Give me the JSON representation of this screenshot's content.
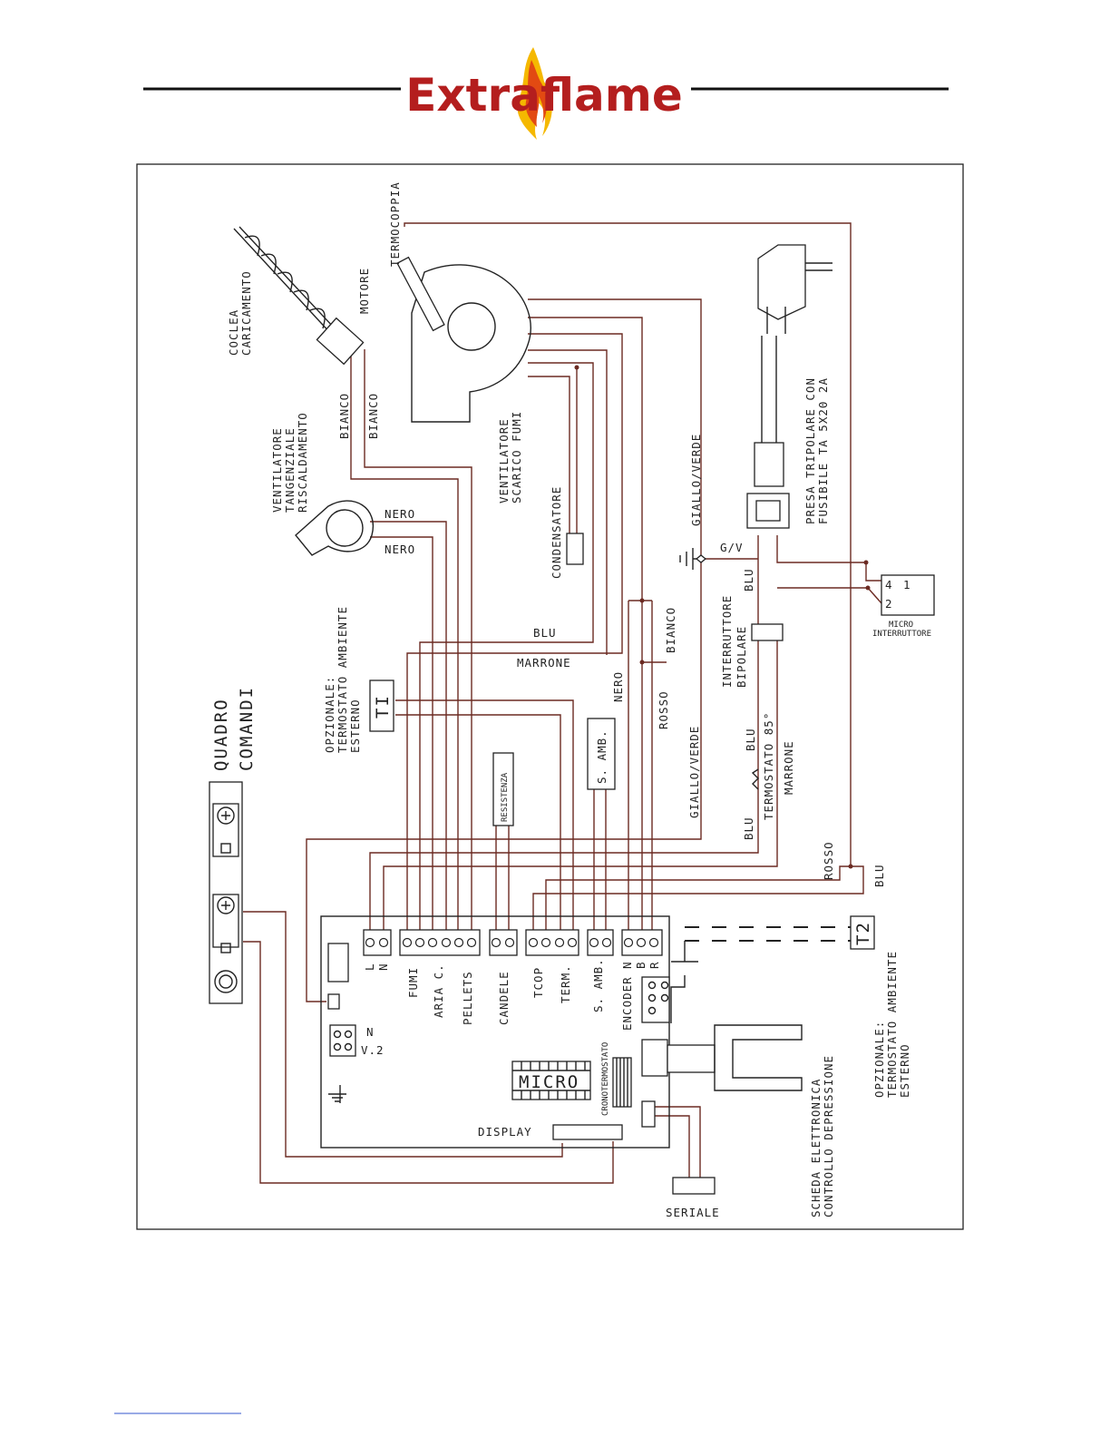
{
  "header": {
    "brand": "Extraflame",
    "accent_color": "#b41e1e",
    "flame_colors": [
      "#f5b800",
      "#e24a12"
    ]
  },
  "diagram": {
    "labels": {
      "coclea": "COCLEA",
      "caricamento": "CARICAMENTO",
      "motore": "MOTORE",
      "termocoppia": "TERMOCOPPIA",
      "bianco": "BIANCO",
      "nero": "NERO",
      "ventilatore_fumi_1": "VENTILATORE",
      "ventilatore_fumi_2": "SCARICO FUMI",
      "condensatore": "CONDENSATORE",
      "ventilatore_tang_1": "VENTILATORE",
      "ventilatore_tang_2": "TANGENZIALE",
      "ventilatore_tang_3": "RISCALDAMENTO",
      "giallo_verde": "GIALLO/VERDE",
      "gv": "G/V",
      "presa_1": "PRESA TRIPOLARE CON",
      "presa_2": "FUSIBILE TA 5X20 2A",
      "blu": "BLU",
      "marrone": "MARRONE",
      "rosso": "ROSSO",
      "interruttore_1": "INTERRUTTORE",
      "interruttore_2": "BIPOLARE",
      "micro_int_1": "MICRO",
      "micro_int_2": "INTERRUTTORE",
      "termostato": "TERMOSTATO 85°",
      "opz_ti_1": "OPZIONALE:",
      "opz_ti_2": "TERMOSTATO AMBIENTE",
      "opz_ti_3": "ESTERNO",
      "ti": "TI",
      "t2": "T2",
      "resistenza": "RESISTENZA",
      "s_amb": "S. AMB.",
      "quadro_1": "QUADRO",
      "quadro_2": "COMANDI",
      "micro": "MICRO",
      "display": "DISPLAY",
      "seriale": "SERIALE",
      "cronotermostato": "CRONOTERMOSTATO",
      "scheda_1": "SCHEDA ELETTRONICA",
      "scheda_2": "CONTROLLO DEPRESSIONE",
      "opz_t2_1": "OPZIONALE:",
      "opz_t2_2": "TERMOSTATO AMBIENTE",
      "opz_t2_3": "ESTERNO",
      "v2": "V.2",
      "n_v2": "N",
      "micro_1": "1",
      "micro_2": "2",
      "micro_4": "4"
    },
    "terminals": {
      "l": "L",
      "n": "N",
      "fumi": "FUMI",
      "aria_c": "ARIA C.",
      "pellets": "PELLETS",
      "candele": "CANDELE",
      "tcop": "TCOP",
      "term": "TERM.",
      "s_amb": "S. AMB.",
      "encoder": "ENCODER",
      "encoder_n": "N",
      "encoder_b": "B",
      "encoder_r": "R"
    }
  }
}
